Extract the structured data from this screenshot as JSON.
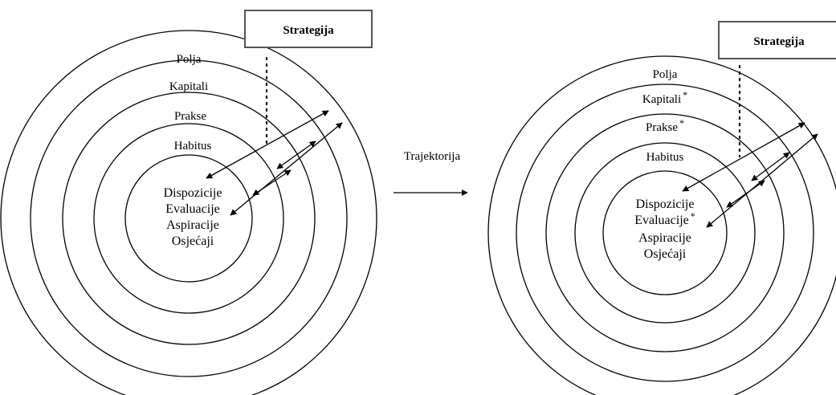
{
  "left": {
    "strategy": "Strategija",
    "rings": [
      "Polja",
      "Kapitali",
      "Prakse",
      "Habitus"
    ],
    "ring_marks": [
      "",
      "",
      "",
      ""
    ],
    "inner": [
      "Dispozicije",
      "Evaluacije",
      "Aspiracije",
      "Osjećaji"
    ],
    "inner_marks": [
      "",
      "",
      "",
      ""
    ]
  },
  "arrow_label": "Trajektorija",
  "right": {
    "strategy": "Strategija",
    "rings": [
      "Polja",
      "Kapitali",
      "Prakse",
      "Habitus"
    ],
    "ring_marks": [
      "",
      "*",
      "*",
      ""
    ],
    "inner": [
      "Dispozicije",
      "Evaluacije",
      "Aspiracije",
      "Osjećaji"
    ],
    "inner_marks": [
      "",
      "*",
      "",
      ""
    ]
  }
}
